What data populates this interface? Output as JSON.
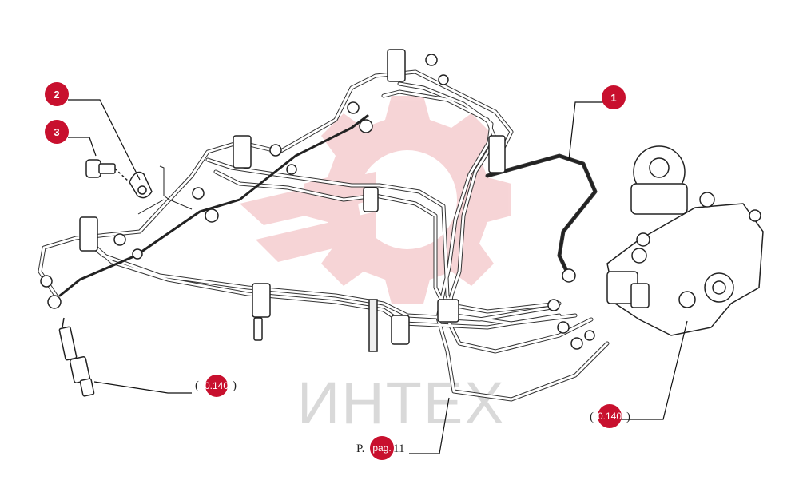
{
  "watermark": {
    "text": "ИНТЕХ",
    "color": "#e8868c"
  },
  "accent_color": "#c8102e",
  "callouts": [
    {
      "id": "c1",
      "number": "1"
    },
    {
      "id": "c2",
      "number": "2"
    },
    {
      "id": "c3",
      "number": "3"
    }
  ],
  "references": {
    "injector_ref": {
      "prefix": "(",
      "value": "0.140",
      "suffix": ")"
    },
    "pump_ref": {
      "prefix": "(",
      "value": "0.140",
      "suffix": ")"
    },
    "pipe_ref": {
      "prefix": "P.",
      "value": "pag.",
      "suffix": "11"
    }
  }
}
